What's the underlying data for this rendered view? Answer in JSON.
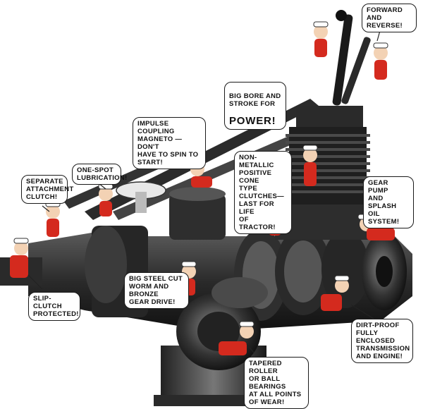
{
  "callouts": {
    "forward_reverse": "FORWARD AND\nREVERSE!",
    "bore_stroke": "BIG BORE AND\nSTROKE FOR",
    "bore_stroke_power": "POWER!",
    "magneto": "IMPULSE COUPLING\nMAGNETO — DON'T\nHAVE TO SPIN TO\nSTART!",
    "clutches": "NON-METALLIC\nPOSITIVE CONE\nTYPE CLUTCHES—\nLAST FOR LIFE\nOF TRACTOR!",
    "one_spot": "ONE-SPOT\nLUBRICATION!",
    "attachment_clutch": "SEPARATE\nATTACHMENT\nCLUTCH!",
    "gear_pump": "GEAR PUMP\nAND SPLASH\nOIL SYSTEM!",
    "worm_gear": "BIG STEEL CUT\nWORM AND BRONZE\nGEAR DRIVE!",
    "slip_clutch": "SLIP-CLUTCH\nPROTECTED!",
    "dirt_proof": "DIRT-PROOF\nFULLY ENCLOSED\nTRANSMISSION\nAND ENGINE!",
    "bearings": "TAPERED ROLLER\nOR BALL BEARINGS\nAT ALL POINTS\nOF WEAR!"
  },
  "colors": {
    "machine_dark": "#1c1c1c",
    "machine_mid": "#3a3a3a",
    "machine_light": "#6e6e6e",
    "mechanic_red": "#d42a1e",
    "mechanic_skin": "#f3d2b4",
    "background": "#ffffff"
  },
  "figures": {
    "mechanic_count": 13
  }
}
